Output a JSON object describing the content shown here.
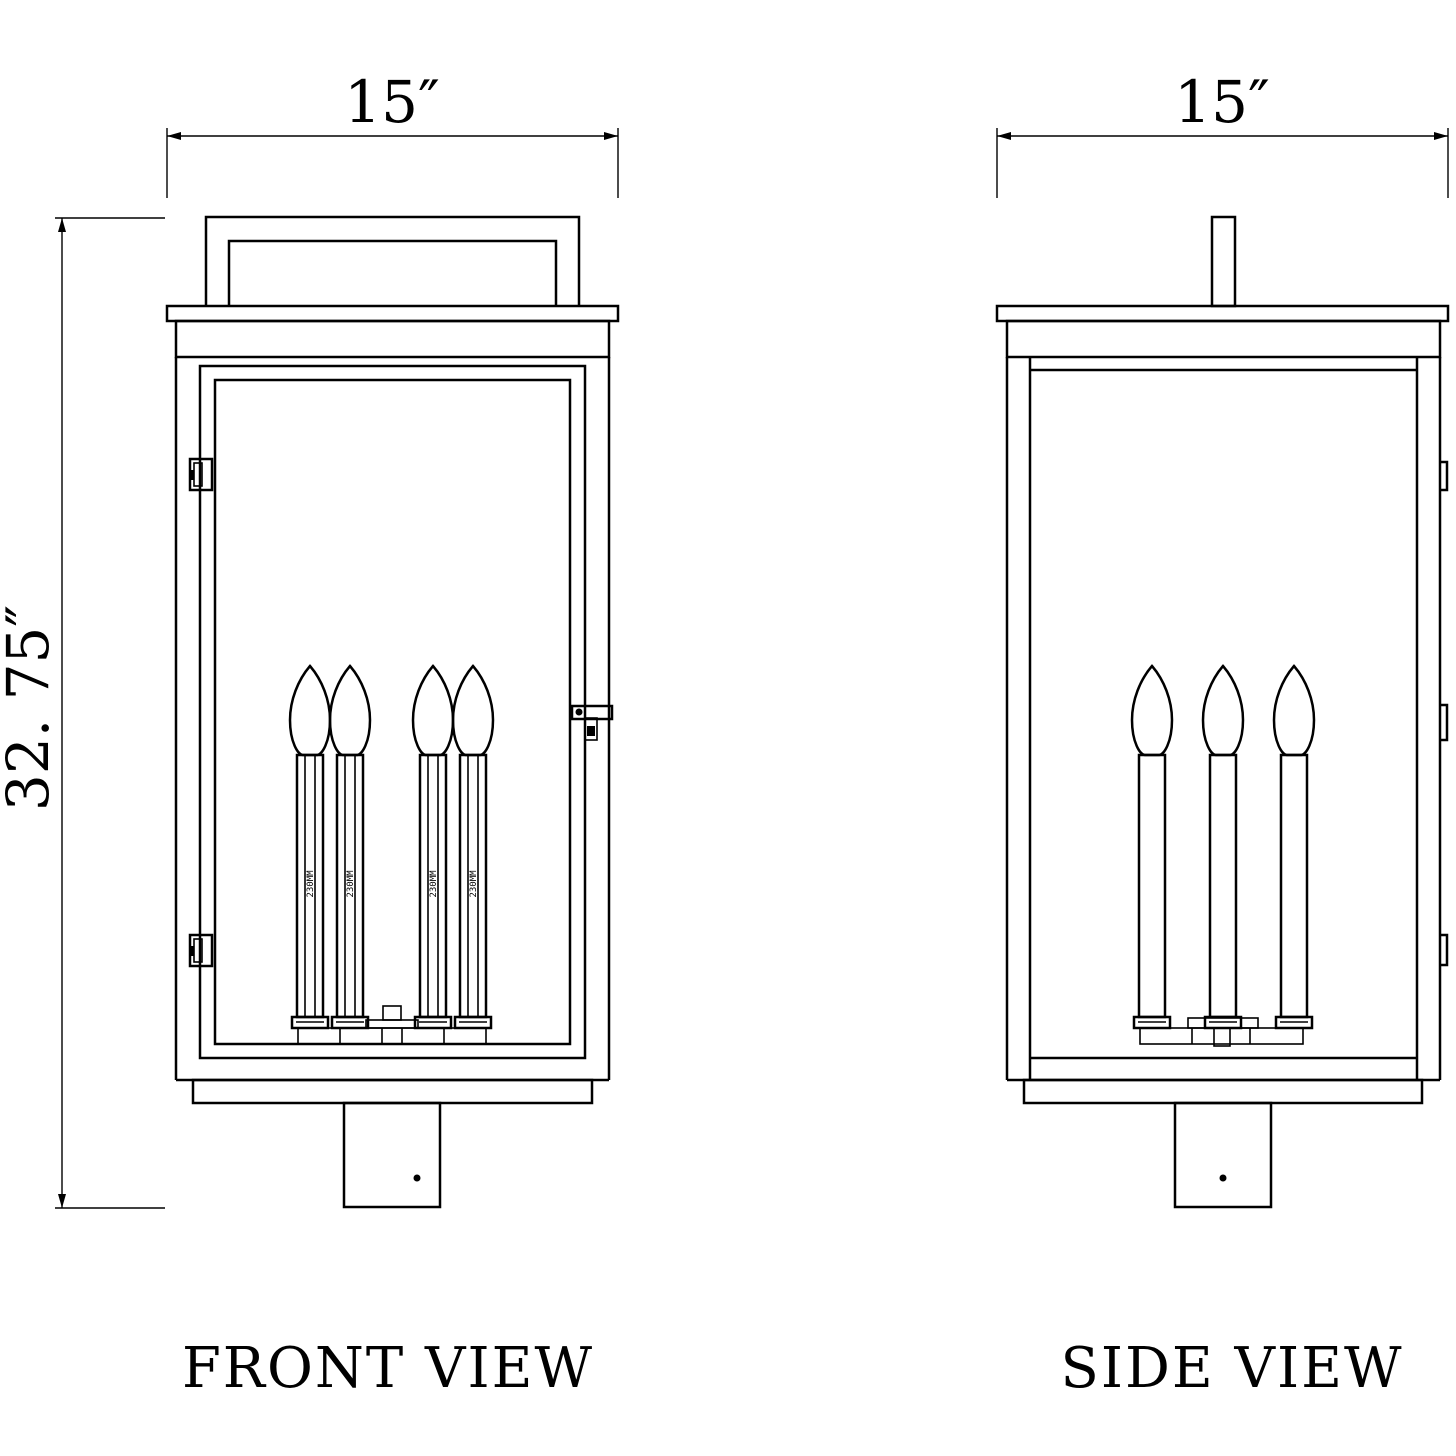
{
  "dimensions": {
    "front_width": "15″",
    "side_width": "15″",
    "height": "32. 75″"
  },
  "views": {
    "front_label": "FRONT VIEW",
    "side_label": "SIDE VIEW"
  },
  "candle_label": "230MM",
  "front_view": {
    "candle_count": 4
  },
  "side_view": {
    "candle_count": 3
  }
}
